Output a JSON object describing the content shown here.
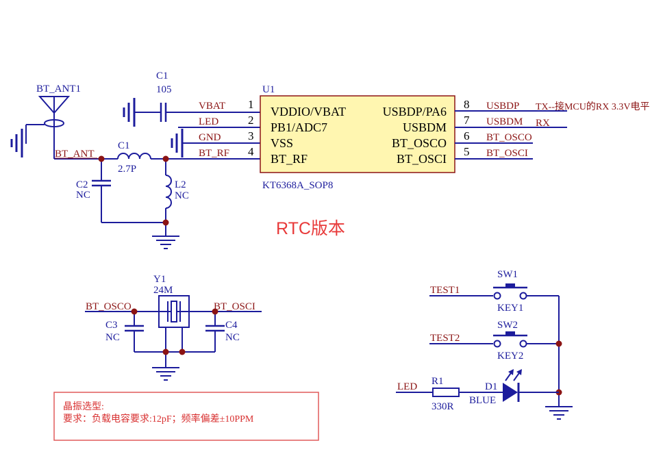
{
  "colors": {
    "wire": "#1c1c9c",
    "component": "#1c1c9c",
    "net_label": "#8b1414",
    "designator": "#1c1c9c",
    "ic_fill": "#fff6b0",
    "ic_stroke": "#8b1414",
    "title_red": "#e83a3a",
    "note_border": "#e05a5a",
    "note_text": "#d83030",
    "junction": "#8b1414"
  },
  "antenna": {
    "designator": "BT_ANT1",
    "net": "BT_ANT"
  },
  "cap_c1": {
    "designator": "C1",
    "value": "105"
  },
  "ind_c1": {
    "designator": "C1",
    "value": "2.7P"
  },
  "cap_c2": {
    "designator": "C2",
    "value": "NC"
  },
  "ind_l2": {
    "designator": "L2",
    "value": "NC"
  },
  "ic": {
    "designator": "U1",
    "part": "KT6368A_SOP8",
    "left_pins": [
      {
        "num": "1",
        "name": "VDDIO/VBAT",
        "net": "VBAT"
      },
      {
        "num": "2",
        "name": "PB1/ADC7",
        "net": "LED"
      },
      {
        "num": "3",
        "name": "VSS",
        "net": "GND"
      },
      {
        "num": "4",
        "name": "BT_RF",
        "net": "BT_RF"
      }
    ],
    "right_pins": [
      {
        "num": "8",
        "name": "USBDP/PA6",
        "net": "USBDP",
        "note": "TX--接MCU的RX 3.3V电平"
      },
      {
        "num": "7",
        "name": "USBDM",
        "net": "USBDM",
        "note": "RX"
      },
      {
        "num": "6",
        "name": "BT_OSCO",
        "net": "BT_OSCO",
        "note": ""
      },
      {
        "num": "5",
        "name": "BT_OSCI",
        "net": "BT_OSCI",
        "note": ""
      }
    ]
  },
  "title": "RTC版本",
  "crystal": {
    "designator": "Y1",
    "value": "24M",
    "net_left": "BT_OSCO",
    "net_right": "BT_OSCI",
    "cap_left": {
      "designator": "C3",
      "value": "NC"
    },
    "cap_right": {
      "designator": "C4",
      "value": "NC"
    }
  },
  "switches": [
    {
      "designator": "SW1",
      "net": "TEST1",
      "value": "KEY1"
    },
    {
      "designator": "SW2",
      "net": "TEST2",
      "value": "KEY2"
    }
  ],
  "led_circuit": {
    "net": "LED",
    "resistor": {
      "designator": "R1",
      "value": "330R"
    },
    "diode": {
      "designator": "D1",
      "value": "BLUE"
    }
  },
  "note": {
    "line1": "晶振选型:",
    "line2": "要求：负载电容要求:12pF；频率偏差±10PPM"
  }
}
